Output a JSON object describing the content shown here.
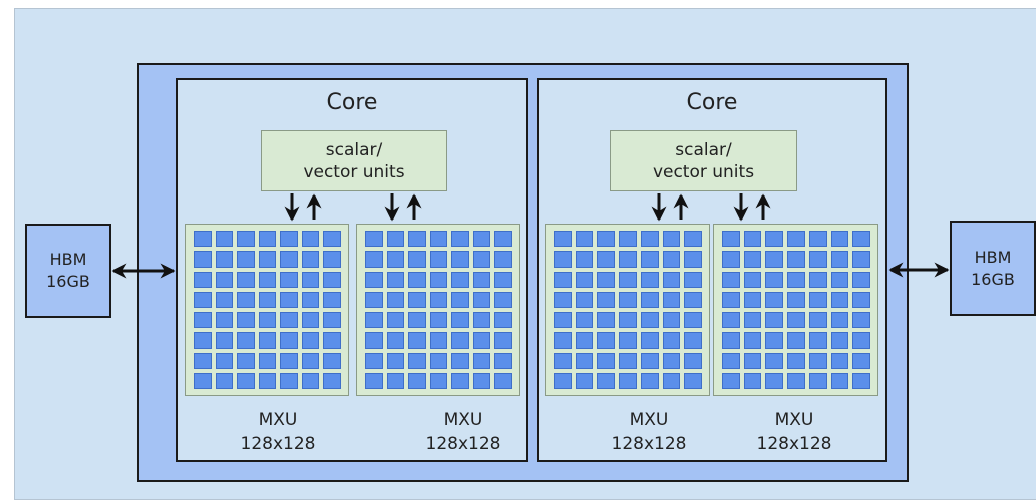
{
  "core_title": "Core",
  "units_line1": "scalar/",
  "units_line2": "vector units",
  "mxu_line1": "MXU",
  "mxu_line2": "128x128",
  "hbm_line1": "HBM",
  "hbm_line2": "16GB",
  "colors": {
    "background": "#cfe2f3",
    "chip": "#a4c2f4",
    "unit_fill": "#d9ead3",
    "mxu_cell": "#5b8fea"
  }
}
